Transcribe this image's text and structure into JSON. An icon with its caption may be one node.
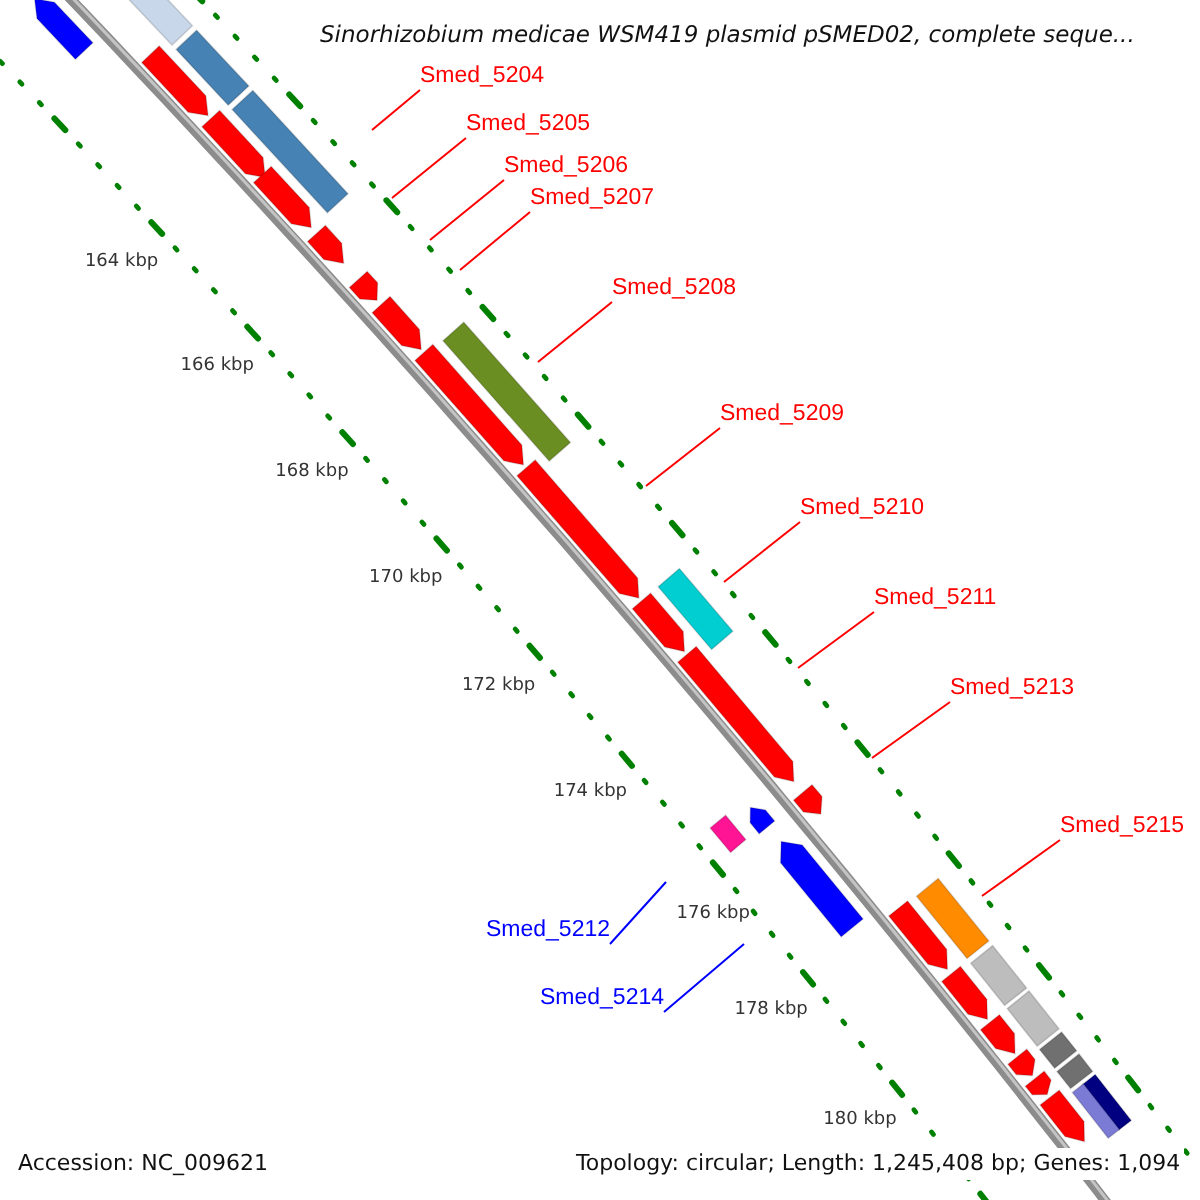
{
  "diagram": {
    "title": "Sinorhizobium medicae WSM419 plasmid pSMED02, complete seque...",
    "nodes": [
      {
        "text": [
          "Smed_5204"
        ]
      },
      {
        "text": [
          "Smed_5205"
        ]
      },
      {
        "text": [
          "Smed_5206"
        ]
      },
      {
        "text": [
          "Smed_5207"
        ]
      },
      {
        "text": [
          "Smed_5208"
        ]
      },
      {
        "text": [
          "Smed_5209"
        ]
      },
      {
        "text": [
          "Smed_5210"
        ]
      },
      {
        "text": [
          "Smed_5211"
        ]
      },
      {
        "text": [
          "Smed_5213"
        ]
      },
      {
        "text": [
          "Smed_5215"
        ]
      },
      {
        "text": [
          "Smed_5212"
        ]
      },
      {
        "text": [
          "Smed_5214"
        ]
      }
    ],
    "edges": [
      {
        "from": 0,
        "to": null,
        "arrow": "none"
      },
      {
        "from": 1,
        "to": null,
        "arrow": "none"
      },
      {
        "from": 2,
        "to": null,
        "arrow": "none"
      },
      {
        "from": 3,
        "to": null,
        "arrow": "none"
      },
      {
        "from": 4,
        "to": null,
        "arrow": "none"
      },
      {
        "from": 5,
        "to": null,
        "arrow": "none"
      },
      {
        "from": 6,
        "to": null,
        "arrow": "none"
      },
      {
        "from": 7,
        "to": null,
        "arrow": "none"
      },
      {
        "from": 8,
        "to": null,
        "arrow": "none"
      },
      {
        "from": 9,
        "to": null,
        "arrow": "none"
      },
      {
        "from": 10,
        "to": null,
        "arrow": "none",
        "color": "#0000ff"
      },
      {
        "from": 11,
        "to": null,
        "arrow": "none",
        "color": "#0000ff"
      }
    ],
    "labels": [
      "164 kbp",
      "166 kbp",
      "168 kbp",
      "170 kbp",
      "172 kbp",
      "174 kbp",
      "176 kbp",
      "178 kbp",
      "180 kbp",
      "Accession: NC_009621",
      "Topology: circular; Length: 1,245,408 bp; Genes: 1,094"
    ]
  }
}
